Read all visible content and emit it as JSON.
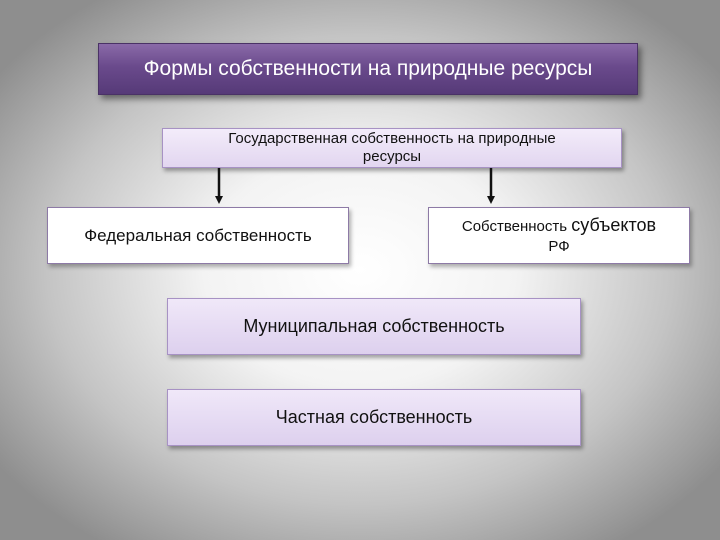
{
  "title": "Формы собственности на природные ресурсы",
  "state": {
    "line1": "Государственная  собственность на природные",
    "line2": "ресурсы"
  },
  "federal": "Федеральная собственность",
  "subjects": {
    "part1": "Собственность ",
    "part2": "субъектов",
    "line2": "РФ"
  },
  "municipal": "Муниципальная собственность",
  "private": "Частная собственность",
  "colors": {
    "title_fill": "#6a4a8c",
    "box_fill_lavender": "#e2d6f0",
    "arrow": "#111111"
  }
}
